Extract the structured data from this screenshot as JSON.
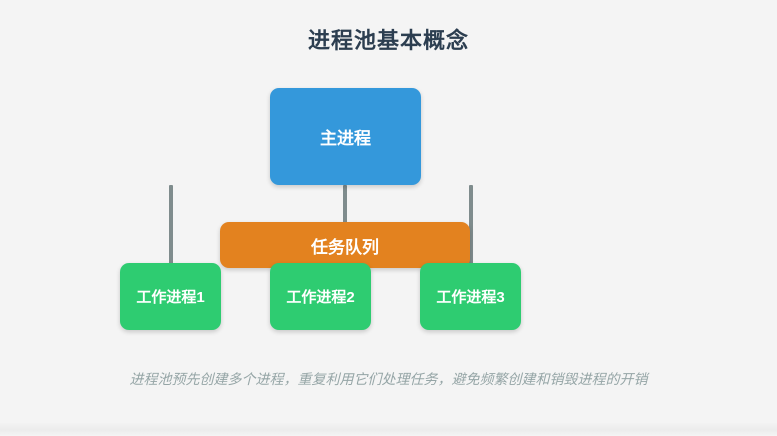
{
  "diagram": {
    "title": "进程池基本概念",
    "caption": "进程池预先创建多个进程，重复利用它们处理任务，避免频繁创建和销毁进程的开销",
    "background_color": "#f4f4f4",
    "title_color": "#2c3e50",
    "caption_color": "#95a5a6",
    "connector_color": "#7f8c8d",
    "type": "flow-diagram",
    "nodes": [
      {
        "id": "main-process",
        "label": "主进程",
        "role": "root",
        "color": "#3498db",
        "text_color": "#ffffff"
      },
      {
        "id": "task-queue",
        "label": "任务队列",
        "role": "queue",
        "color": "#e3821f",
        "text_color": "#ffffff"
      },
      {
        "id": "worker-1",
        "label": "工作进程1",
        "role": "worker",
        "color": "#2ecc71",
        "text_color": "#ffffff"
      },
      {
        "id": "worker-2",
        "label": "工作进程2",
        "role": "worker",
        "color": "#2ecc71",
        "text_color": "#ffffff"
      },
      {
        "id": "worker-3",
        "label": "工作进程3",
        "role": "worker",
        "color": "#2ecc71",
        "text_color": "#ffffff"
      }
    ],
    "connectors": [
      {
        "id": "connector-left",
        "from": "task-queue",
        "to": "worker-1"
      },
      {
        "id": "connector-center",
        "from": "main-process",
        "to": "worker-2"
      },
      {
        "id": "connector-right",
        "from": "task-queue",
        "to": "worker-3"
      }
    ]
  }
}
